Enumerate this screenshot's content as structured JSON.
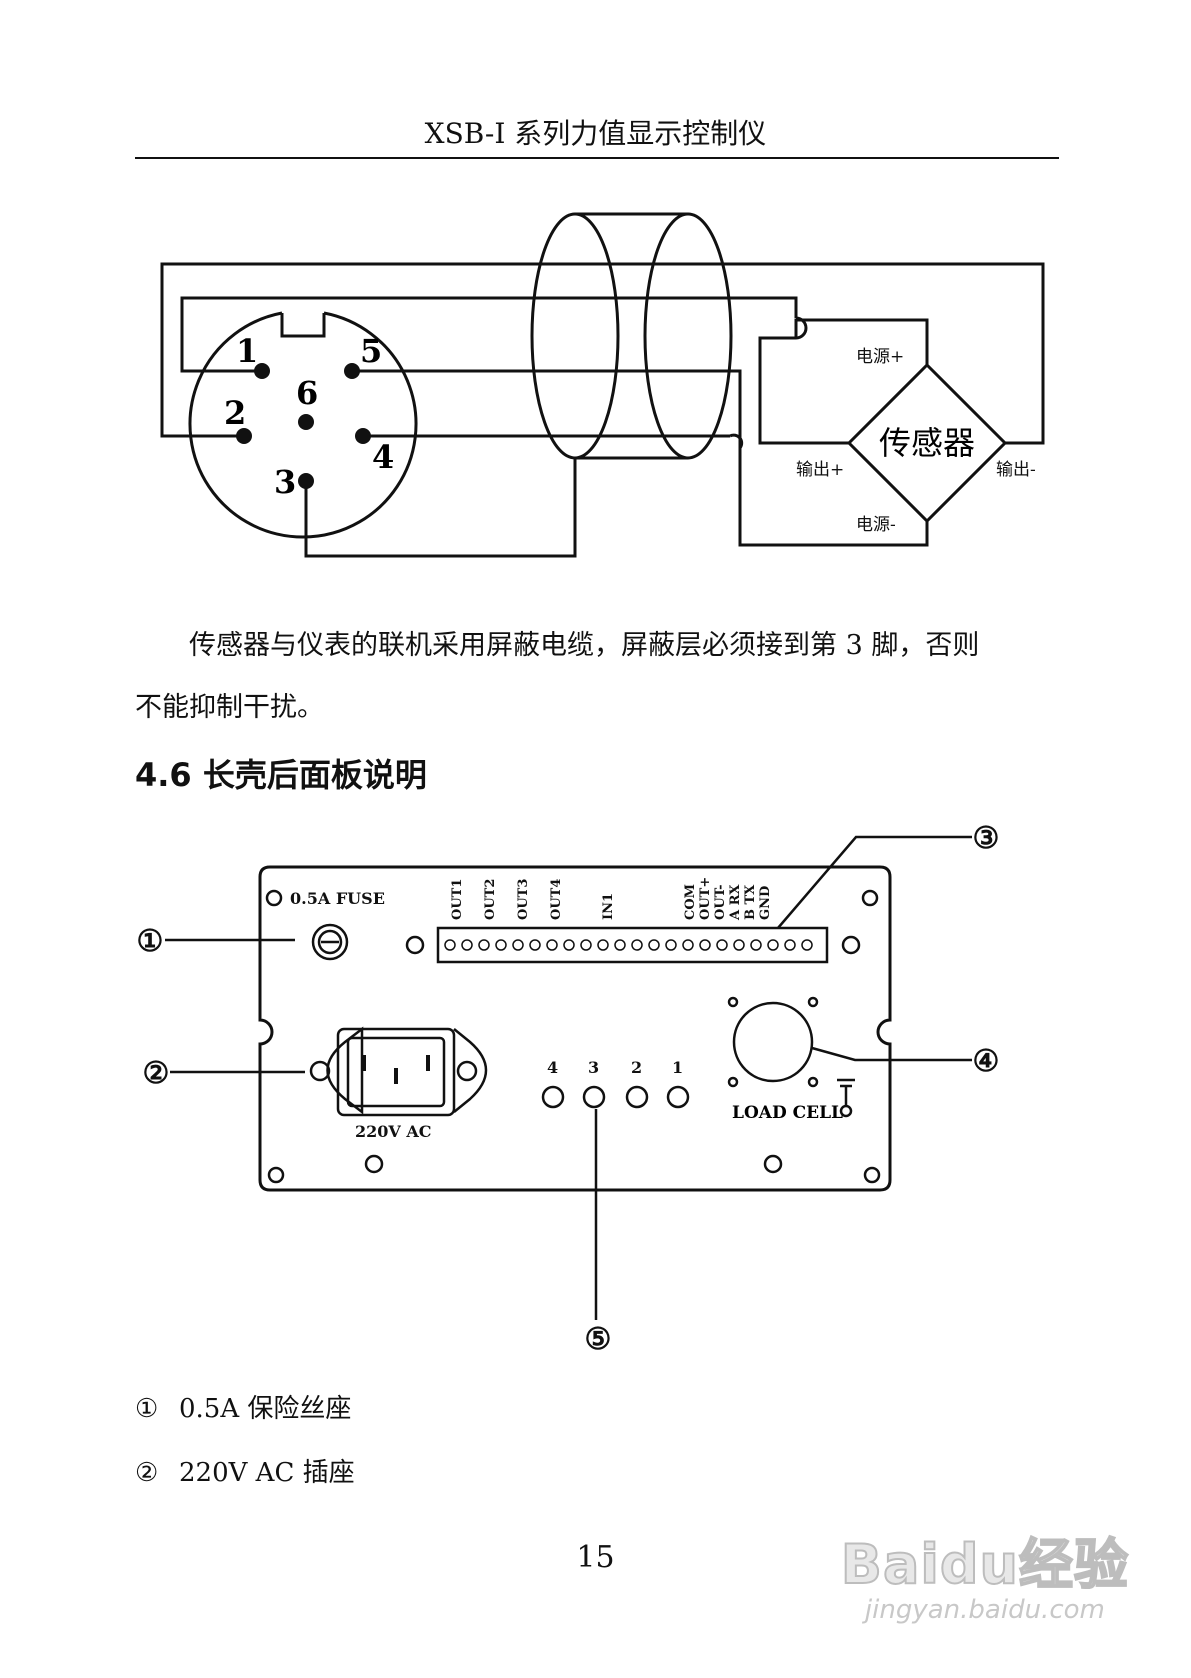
{
  "header": {
    "title": "XSB-I 系列力值显示控制仪"
  },
  "wiring_diagram": {
    "pins": [
      "1",
      "2",
      "3",
      "4",
      "5",
      "6"
    ],
    "sensor_label": "传感器",
    "power_plus": "电源+",
    "power_minus": "电源-",
    "output_plus": "输出+",
    "output_minus": "输出-"
  },
  "paragraph": {
    "line1": "传感器与仪表的联机采用屏蔽电缆，屏蔽层必须接到第 3 脚，否则",
    "line2": "不能抑制干扰。"
  },
  "section_heading": "4.6 长壳后面板说明",
  "panel_diagram": {
    "fuse_label": "0.5A FUSE",
    "terminal_labels": [
      "OUT1",
      "OUT2",
      "OUT3",
      "OUT4",
      "IN1",
      "COM",
      "OUT+",
      "OUT-",
      "A RX",
      "B TX",
      "GND"
    ],
    "ac_label": "220V AC",
    "led_numbers": [
      "4",
      "3",
      "2",
      "1"
    ],
    "load_cell_label": "LOAD CELL",
    "callouts": [
      "①",
      "②",
      "③",
      "④",
      "⑤"
    ]
  },
  "legend": [
    {
      "num": "①",
      "text": "0.5A 保险丝座"
    },
    {
      "num": "②",
      "text": "220V AC 插座"
    }
  ],
  "page_number": "15",
  "watermark": {
    "logo": "Baidu经验",
    "url": "jingyan.baidu.com"
  }
}
